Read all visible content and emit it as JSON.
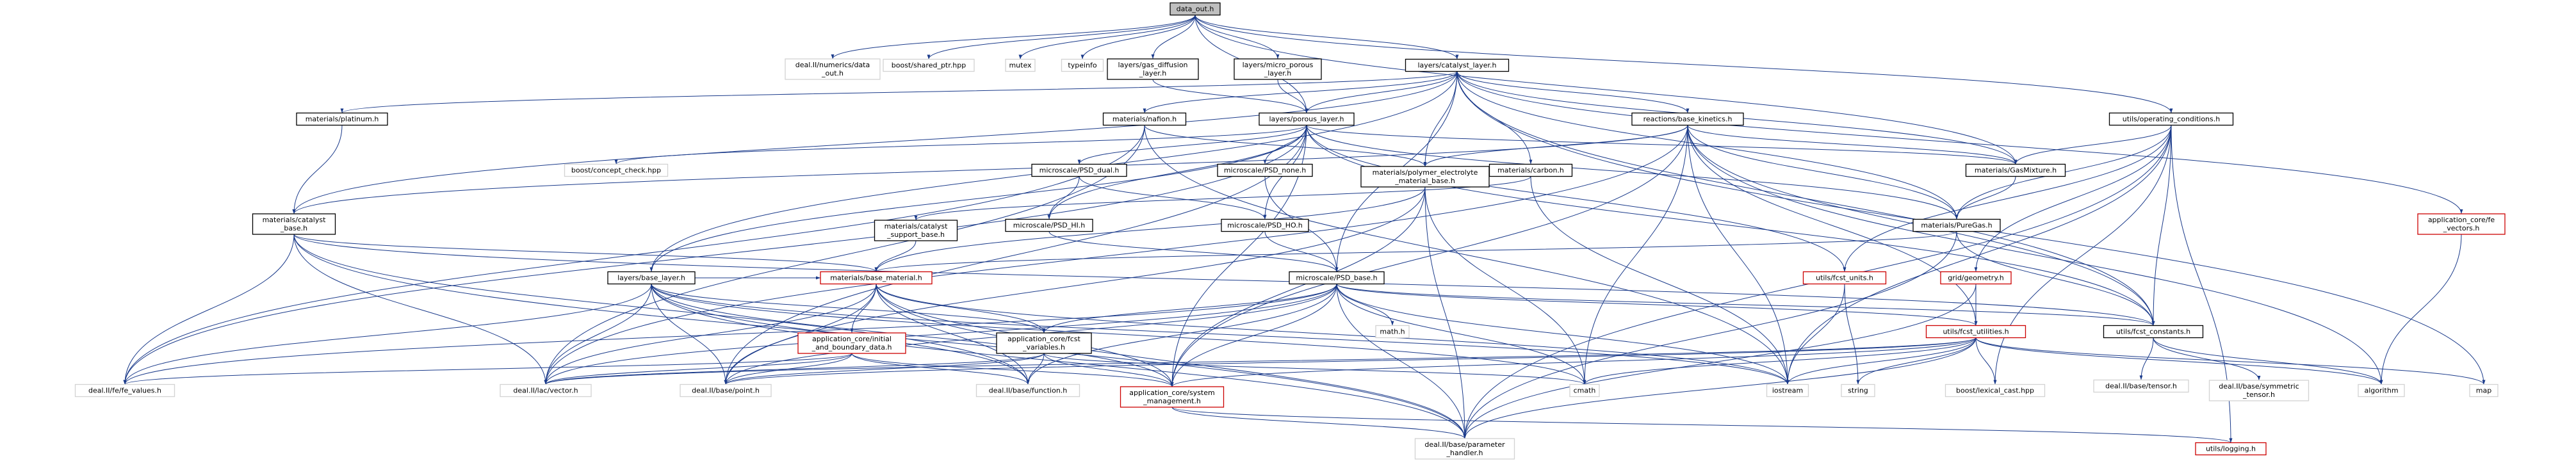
{
  "graph_title": "data_out.h",
  "colors": {
    "edge": "#1a3a8a",
    "root_fill": "#bfbfbf",
    "root_border": "#000000",
    "local_border": "#000000",
    "incomplete_border": "#cc0000",
    "system_border": "#d3d3d3",
    "system_text": "#666666"
  },
  "nodes": [
    {
      "id": "data_out",
      "lines": [
        "data_out.h"
      ],
      "kind": "root"
    },
    {
      "id": "deal_numerics_dataout",
      "lines": [
        "deal.II/numerics/data",
        "_out.h"
      ],
      "kind": "system"
    },
    {
      "id": "boost_shared_ptr",
      "lines": [
        "boost/shared_ptr.hpp"
      ],
      "kind": "system"
    },
    {
      "id": "mutex",
      "lines": [
        "mutex"
      ],
      "kind": "system"
    },
    {
      "id": "typeinfo",
      "lines": [
        "typeinfo"
      ],
      "kind": "system"
    },
    {
      "id": "layers_gas_diffusion",
      "lines": [
        "layers/gas_diffusion",
        "_layer.h"
      ],
      "kind": "local"
    },
    {
      "id": "layers_micro_porous",
      "lines": [
        "layers/micro_porous",
        "_layer.h"
      ],
      "kind": "local"
    },
    {
      "id": "layers_catalyst_layer",
      "lines": [
        "layers/catalyst_layer.h"
      ],
      "kind": "local"
    },
    {
      "id": "utils_operating_conditions",
      "lines": [
        "utils/operating_conditions.h"
      ],
      "kind": "local"
    },
    {
      "id": "materials_platinum",
      "lines": [
        "materials/platinum.h"
      ],
      "kind": "local"
    },
    {
      "id": "materials_nafion",
      "lines": [
        "materials/nafion.h"
      ],
      "kind": "local"
    },
    {
      "id": "layers_porous_layer",
      "lines": [
        "layers/porous_layer.h"
      ],
      "kind": "local"
    },
    {
      "id": "reactions_base_kinetics",
      "lines": [
        "reactions/base_kinetics.h"
      ],
      "kind": "local"
    },
    {
      "id": "boost_concept_check",
      "lines": [
        "boost/concept_check.hpp"
      ],
      "kind": "system"
    },
    {
      "id": "microscale_psd_dual",
      "lines": [
        "microscale/PSD_dual.h"
      ],
      "kind": "local"
    },
    {
      "id": "microscale_psd_none",
      "lines": [
        "microscale/PSD_none.h"
      ],
      "kind": "local"
    },
    {
      "id": "materials_polymer_electrolyte",
      "lines": [
        "materials/polymer_electrolyte",
        "_material_base.h"
      ],
      "kind": "local"
    },
    {
      "id": "materials_carbon",
      "lines": [
        "materials/carbon.h"
      ],
      "kind": "local"
    },
    {
      "id": "materials_gasmixture",
      "lines": [
        "materials/GasMixture.h"
      ],
      "kind": "local"
    },
    {
      "id": "application_core_fe_vectors",
      "lines": [
        "application_core/fe",
        "_vectors.h"
      ],
      "kind": "incomplete"
    },
    {
      "id": "materials_catalyst_base",
      "lines": [
        "materials/catalyst",
        "_base.h"
      ],
      "kind": "local"
    },
    {
      "id": "materials_catalyst_support_base",
      "lines": [
        "materials/catalyst",
        "_support_base.h"
      ],
      "kind": "local"
    },
    {
      "id": "microscale_psd_hi",
      "lines": [
        "microscale/PSD_HI.h"
      ],
      "kind": "local"
    },
    {
      "id": "microscale_psd_ho",
      "lines": [
        "microscale/PSD_HO.h"
      ],
      "kind": "local"
    },
    {
      "id": "materials_puregas",
      "lines": [
        "materials/PureGas.h"
      ],
      "kind": "local"
    },
    {
      "id": "layers_base_layer",
      "lines": [
        "layers/base_layer.h"
      ],
      "kind": "local"
    },
    {
      "id": "materials_base_material",
      "lines": [
        "materials/base_material.h"
      ],
      "kind": "incomplete"
    },
    {
      "id": "microscale_psd_base",
      "lines": [
        "microscale/PSD_base.h"
      ],
      "kind": "local"
    },
    {
      "id": "utils_fcst_units",
      "lines": [
        "utils/fcst_units.h"
      ],
      "kind": "incomplete"
    },
    {
      "id": "grid_geometry",
      "lines": [
        "grid/geometry.h"
      ],
      "kind": "incomplete"
    },
    {
      "id": "utils_fcst_constants",
      "lines": [
        "utils/fcst_constants.h"
      ],
      "kind": "local"
    },
    {
      "id": "application_core_initial_boundary",
      "lines": [
        "application_core/initial",
        "_and_boundary_data.h"
      ],
      "kind": "incomplete"
    },
    {
      "id": "application_core_fcst_variables",
      "lines": [
        "application_core/fcst",
        "_variables.h"
      ],
      "kind": "local"
    },
    {
      "id": "math_h",
      "lines": [
        "math.h"
      ],
      "kind": "system"
    },
    {
      "id": "utils_fcst_utilities",
      "lines": [
        "utils/fcst_utilities.h"
      ],
      "kind": "incomplete"
    },
    {
      "id": "deal_base_tensor",
      "lines": [
        "deal.II/base/tensor.h"
      ],
      "kind": "system"
    },
    {
      "id": "deal_base_symmetric_tensor",
      "lines": [
        "deal.II/base/symmetric",
        "_tensor.h"
      ],
      "kind": "system"
    },
    {
      "id": "deal_fe_values",
      "lines": [
        "deal.II/fe/fe_values.h"
      ],
      "kind": "system"
    },
    {
      "id": "deal_lac_vector",
      "lines": [
        "deal.II/lac/vector.h"
      ],
      "kind": "system"
    },
    {
      "id": "deal_base_point",
      "lines": [
        "deal.II/base/point.h"
      ],
      "kind": "system"
    },
    {
      "id": "deal_base_function",
      "lines": [
        "deal.II/base/function.h"
      ],
      "kind": "system"
    },
    {
      "id": "application_core_system_management",
      "lines": [
        "application_core/system",
        "_management.h"
      ],
      "kind": "incomplete"
    },
    {
      "id": "cmath",
      "lines": [
        "cmath"
      ],
      "kind": "system"
    },
    {
      "id": "iostream",
      "lines": [
        "iostream"
      ],
      "kind": "system"
    },
    {
      "id": "string",
      "lines": [
        "string"
      ],
      "kind": "system"
    },
    {
      "id": "boost_lexical_cast",
      "lines": [
        "boost/lexical_cast.hpp"
      ],
      "kind": "system"
    },
    {
      "id": "algorithm",
      "lines": [
        "algorithm"
      ],
      "kind": "system"
    },
    {
      "id": "map",
      "lines": [
        "map"
      ],
      "kind": "system"
    },
    {
      "id": "deal_base_parameter_handler",
      "lines": [
        "deal.II/base/parameter",
        "_handler.h"
      ],
      "kind": "system"
    },
    {
      "id": "utils_logging",
      "lines": [
        "utils/logging.h"
      ],
      "kind": "incomplete"
    }
  ],
  "edges": [
    [
      "data_out",
      "deal_numerics_dataout"
    ],
    [
      "data_out",
      "boost_shared_ptr"
    ],
    [
      "data_out",
      "mutex"
    ],
    [
      "data_out",
      "typeinfo"
    ],
    [
      "data_out",
      "layers_gas_diffusion"
    ],
    [
      "data_out",
      "layers_micro_porous"
    ],
    [
      "data_out",
      "layers_catalyst_layer"
    ],
    [
      "data_out",
      "utils_operating_conditions"
    ],
    [
      "data_out",
      "layers_porous_layer"
    ],
    [
      "data_out",
      "materials_gasmixture"
    ],
    [
      "layers_gas_diffusion",
      "layers_porous_layer"
    ],
    [
      "layers_micro_porous",
      "layers_porous_layer"
    ],
    [
      "layers_catalyst_layer",
      "materials_platinum"
    ],
    [
      "layers_catalyst_layer",
      "materials_nafion"
    ],
    [
      "layers_catalyst_layer",
      "layers_porous_layer"
    ],
    [
      "layers_catalyst_layer",
      "reactions_base_kinetics"
    ],
    [
      "layers_catalyst_layer",
      "materials_carbon"
    ],
    [
      "layers_catalyst_layer",
      "materials_catalyst_base"
    ],
    [
      "layers_catalyst_layer",
      "materials_polymer_electrolyte"
    ],
    [
      "layers_catalyst_layer",
      "layers_base_layer"
    ],
    [
      "layers_catalyst_layer",
      "microscale_psd_base"
    ],
    [
      "layers_catalyst_layer",
      "utils_fcst_constants"
    ],
    [
      "layers_catalyst_layer",
      "application_core_fe_vectors"
    ],
    [
      "layers_catalyst_layer",
      "map"
    ],
    [
      "layers_catalyst_layer",
      "materials_gasmixture"
    ],
    [
      "layers_catalyst_layer",
      "materials_puregas"
    ],
    [
      "utils_operating_conditions",
      "materials_gasmixture"
    ],
    [
      "utils_operating_conditions",
      "materials_puregas"
    ],
    [
      "utils_operating_conditions",
      "utils_fcst_units"
    ],
    [
      "utils_operating_conditions",
      "grid_geometry"
    ],
    [
      "utils_operating_conditions",
      "utils_fcst_constants"
    ],
    [
      "utils_operating_conditions",
      "boost_lexical_cast"
    ],
    [
      "utils_operating_conditions",
      "deal_base_parameter_handler"
    ],
    [
      "utils_operating_conditions",
      "utils_logging"
    ],
    [
      "utils_operating_conditions",
      "iostream"
    ],
    [
      "materials_platinum",
      "materials_catalyst_base"
    ],
    [
      "materials_nafion",
      "materials_polymer_electrolyte"
    ],
    [
      "materials_nafion",
      "deal_fe_values"
    ],
    [
      "materials_nafion",
      "iostream"
    ],
    [
      "materials_nafion",
      "deal_lac_vector"
    ],
    [
      "layers_porous_layer",
      "layers_base_layer"
    ],
    [
      "layers_porous_layer",
      "microscale_psd_dual"
    ],
    [
      "layers_porous_layer",
      "microscale_psd_none"
    ],
    [
      "layers_porous_layer",
      "microscale_psd_hi"
    ],
    [
      "layers_porous_layer",
      "microscale_psd_ho"
    ],
    [
      "layers_porous_layer",
      "boost_concept_check"
    ],
    [
      "layers_porous_layer",
      "materials_puregas"
    ],
    [
      "layers_porous_layer",
      "materials_gasmixture"
    ],
    [
      "layers_porous_layer",
      "utils_fcst_units"
    ],
    [
      "layers_porous_layer",
      "utils_fcst_constants"
    ],
    [
      "layers_porous_layer",
      "deal_base_point"
    ],
    [
      "layers_porous_layer",
      "deal_fe_values"
    ],
    [
      "layers_porous_layer",
      "application_core_system_management"
    ],
    [
      "reactions_base_kinetics",
      "materials_polymer_electrolyte"
    ],
    [
      "reactions_base_kinetics",
      "materials_catalyst_base"
    ],
    [
      "reactions_base_kinetics",
      "materials_puregas"
    ],
    [
      "reactions_base_kinetics",
      "materials_gasmixture"
    ],
    [
      "reactions_base_kinetics",
      "utils_fcst_utilities"
    ],
    [
      "reactions_base_kinetics",
      "utils_fcst_constants"
    ],
    [
      "reactions_base_kinetics",
      "deal_lac_vector"
    ],
    [
      "reactions_base_kinetics",
      "iostream"
    ],
    [
      "reactions_base_kinetics",
      "cmath"
    ],
    [
      "reactions_base_kinetics",
      "algorithm"
    ],
    [
      "reactions_base_kinetics",
      "application_core_system_management"
    ],
    [
      "microscale_psd_dual",
      "microscale_psd_hi"
    ],
    [
      "microscale_psd_dual",
      "microscale_psd_ho"
    ],
    [
      "microscale_psd_none",
      "microscale_psd_base"
    ],
    [
      "microscale_psd_hi",
      "microscale_psd_base"
    ],
    [
      "microscale_psd_ho",
      "microscale_psd_base"
    ],
    [
      "materials_polymer_electrolyte",
      "materials_base_material"
    ],
    [
      "materials_polymer_electrolyte",
      "deal_base_point"
    ],
    [
      "materials_polymer_electrolyte",
      "deal_base_parameter_handler"
    ],
    [
      "materials_polymer_electrolyte",
      "cmath"
    ],
    [
      "materials_polymer_electrolyte",
      "application_core_system_management"
    ],
    [
      "materials_carbon",
      "materials_catalyst_support_base"
    ],
    [
      "materials_carbon",
      "iostream"
    ],
    [
      "materials_gasmixture",
      "materials_puregas"
    ],
    [
      "application_core_fe_vectors",
      "algorithm"
    ],
    [
      "materials_catalyst_base",
      "materials_base_material"
    ],
    [
      "materials_catalyst_base",
      "deal_fe_values"
    ],
    [
      "materials_catalyst_base",
      "deal_lac_vector"
    ],
    [
      "materials_catalyst_base",
      "deal_base_function"
    ],
    [
      "materials_catalyst_base",
      "utils_fcst_constants"
    ],
    [
      "materials_catalyst_base",
      "deal_base_parameter_handler"
    ],
    [
      "materials_catalyst_support_base",
      "materials_base_material"
    ],
    [
      "materials_puregas",
      "materials_base_material"
    ],
    [
      "materials_puregas",
      "utils_fcst_constants"
    ],
    [
      "materials_puregas",
      "deal_base_parameter_handler"
    ],
    [
      "layers_base_layer",
      "materials_base_material"
    ],
    [
      "layers_base_layer",
      "application_core_fcst_variables"
    ],
    [
      "layers_base_layer",
      "application_core_system_management"
    ],
    [
      "layers_base_layer",
      "deal_fe_values"
    ],
    [
      "layers_base_layer",
      "deal_lac_vector"
    ],
    [
      "layers_base_layer",
      "deal_base_point"
    ],
    [
      "layers_base_layer",
      "deal_base_function"
    ],
    [
      "layers_base_layer",
      "cmath"
    ],
    [
      "layers_base_layer",
      "iostream"
    ],
    [
      "layers_base_layer",
      "deal_base_parameter_handler"
    ],
    [
      "materials_base_material",
      "application_core_initial_boundary"
    ],
    [
      "materials_base_material",
      "application_core_fcst_variables"
    ],
    [
      "materials_base_material",
      "application_core_system_management"
    ],
    [
      "materials_base_material",
      "deal_base_point"
    ],
    [
      "materials_base_material",
      "deal_base_function"
    ],
    [
      "materials_base_material",
      "deal_base_parameter_handler"
    ],
    [
      "materials_base_material",
      "deal_lac_vector"
    ],
    [
      "materials_base_material",
      "iostream"
    ],
    [
      "microscale_psd_base",
      "application_core_fcst_variables"
    ],
    [
      "microscale_psd_base",
      "math_h"
    ],
    [
      "microscale_psd_base",
      "utils_fcst_utilities"
    ],
    [
      "microscale_psd_base",
      "utils_fcst_constants"
    ],
    [
      "microscale_psd_base",
      "deal_fe_values"
    ],
    [
      "microscale_psd_base",
      "deal_lac_vector"
    ],
    [
      "microscale_psd_base",
      "deal_base_function"
    ],
    [
      "microscale_psd_base",
      "application_core_system_management"
    ],
    [
      "microscale_psd_base",
      "cmath"
    ],
    [
      "microscale_psd_base",
      "iostream"
    ],
    [
      "microscale_psd_base",
      "deal_base_parameter_handler"
    ],
    [
      "microscale_psd_base",
      "deal_base_point"
    ],
    [
      "utils_fcst_units",
      "iostream"
    ],
    [
      "utils_fcst_units",
      "string"
    ],
    [
      "grid_geometry",
      "utils_fcst_utilities"
    ],
    [
      "grid_geometry",
      "deal_base_parameter_handler"
    ],
    [
      "utils_fcst_constants",
      "deal_base_tensor"
    ],
    [
      "utils_fcst_constants",
      "deal_base_symmetric_tensor"
    ],
    [
      "utils_fcst_constants",
      "algorithm"
    ],
    [
      "application_core_initial_boundary",
      "deal_fe_values"
    ],
    [
      "application_core_initial_boundary",
      "deal_lac_vector"
    ],
    [
      "application_core_initial_boundary",
      "deal_base_point"
    ],
    [
      "application_core_initial_boundary",
      "deal_base_function"
    ],
    [
      "application_core_initial_boundary",
      "application_core_system_management"
    ],
    [
      "application_core_fcst_variables",
      "deal_base_point"
    ],
    [
      "application_core_fcst_variables",
      "deal_base_function"
    ],
    [
      "application_core_fcst_variables",
      "deal_lac_vector"
    ],
    [
      "application_core_fcst_variables",
      "application_core_system_management"
    ],
    [
      "application_core_fcst_variables",
      "cmath"
    ],
    [
      "utils_fcst_utilities",
      "cmath"
    ],
    [
      "utils_fcst_utilities",
      "iostream"
    ],
    [
      "utils_fcst_utilities",
      "string"
    ],
    [
      "utils_fcst_utilities",
      "boost_lexical_cast"
    ],
    [
      "utils_fcst_utilities",
      "algorithm"
    ],
    [
      "utils_fcst_utilities",
      "map"
    ],
    [
      "utils_fcst_utilities",
      "deal_lac_vector"
    ],
    [
      "utils_fcst_utilities",
      "deal_base_point"
    ],
    [
      "utils_fcst_utilities",
      "application_core_system_management"
    ],
    [
      "utils_fcst_utilities",
      "deal_base_parameter_handler"
    ],
    [
      "application_core_system_management",
      "deal_base_parameter_handler"
    ],
    [
      "application_core_system_management",
      "utils_logging"
    ]
  ]
}
